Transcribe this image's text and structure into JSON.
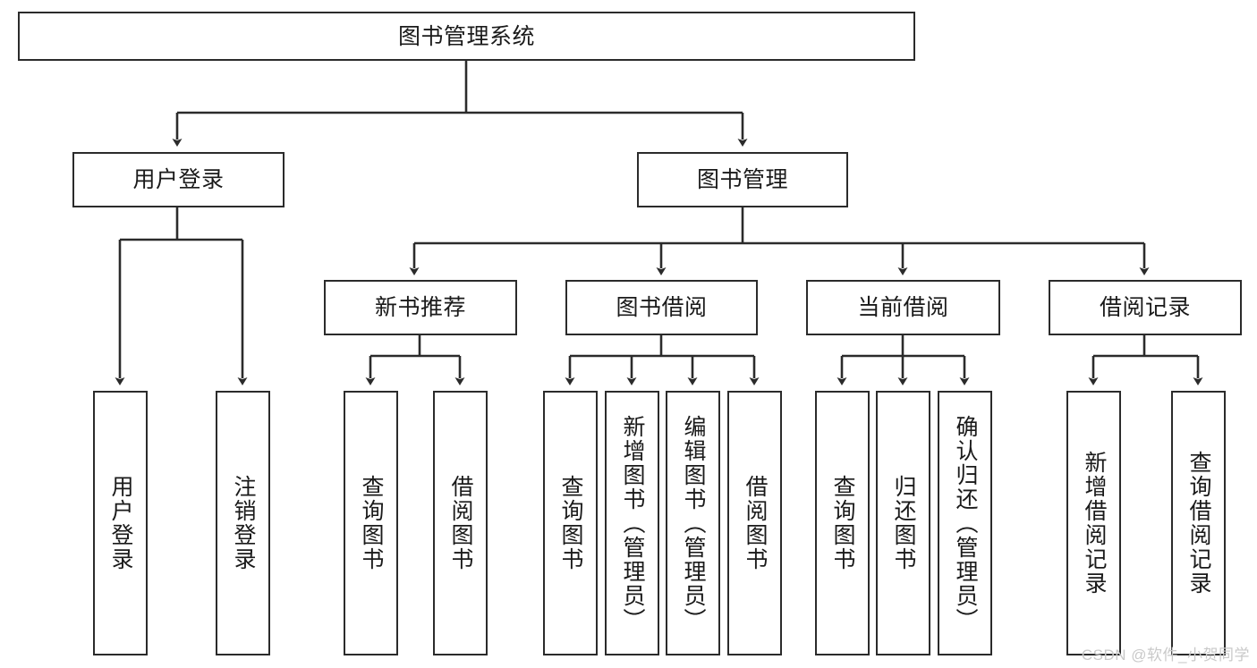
{
  "diagram": {
    "title": "图书管理系统",
    "type": "功能结构图",
    "watermark": "CSDN @软件_小贺同学",
    "colors": {
      "stroke": "#2b2b2b",
      "fill": "#ffffff",
      "text": "#1a1a1a",
      "watermark": "#c9c9c9"
    },
    "nodes": {
      "root": {
        "label": "图书管理系统"
      },
      "level2": [
        {
          "id": "user-login",
          "label": "用户登录"
        },
        {
          "id": "book-manage",
          "label": "图书管理"
        }
      ],
      "level3": [
        {
          "id": "new-book-recommend",
          "label": "新书推荐"
        },
        {
          "id": "book-borrow",
          "label": "图书借阅"
        },
        {
          "id": "current-borrow",
          "label": "当前借阅"
        },
        {
          "id": "borrow-record",
          "label": "借阅记录"
        }
      ],
      "leaves": [
        {
          "id": "leaf-user-login",
          "label": "用户登录",
          "parent": "user-login"
        },
        {
          "id": "leaf-logout-login",
          "label": "注销登录",
          "parent": "user-login"
        },
        {
          "id": "leaf-query-book-1",
          "label": "查询图书",
          "parent": "new-book-recommend"
        },
        {
          "id": "leaf-borrow-book-1",
          "label": "借阅图书",
          "parent": "new-book-recommend"
        },
        {
          "id": "leaf-query-book-2",
          "label": "查询图书",
          "parent": "book-borrow"
        },
        {
          "id": "leaf-add-book",
          "label": "新增图书（管理员）",
          "parent": "book-borrow"
        },
        {
          "id": "leaf-edit-book",
          "label": "编辑图书（管理员）",
          "parent": "book-borrow"
        },
        {
          "id": "leaf-borrow-book-2",
          "label": "借阅图书",
          "parent": "book-borrow"
        },
        {
          "id": "leaf-query-book-3",
          "label": "查询图书",
          "parent": "current-borrow"
        },
        {
          "id": "leaf-return-book",
          "label": "归还图书",
          "parent": "current-borrow"
        },
        {
          "id": "leaf-confirm-return",
          "label": "确认归还（管理员）",
          "parent": "current-borrow"
        },
        {
          "id": "leaf-add-record",
          "label": "新增借阅记录",
          "parent": "borrow-record"
        },
        {
          "id": "leaf-query-record",
          "label": "查询借阅记录",
          "parent": "borrow-record"
        }
      ]
    }
  }
}
